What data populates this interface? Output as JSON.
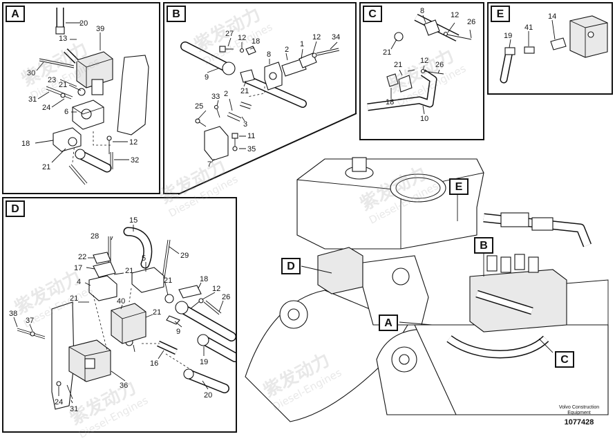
{
  "panels": {
    "A": {
      "label": "A",
      "callouts": [
        "20",
        "13",
        "39",
        "30",
        "23",
        "21",
        "31",
        "24",
        "6",
        "12",
        "18",
        "21",
        "32"
      ]
    },
    "B": {
      "label": "B",
      "callouts": [
        "27",
        "12",
        "18",
        "34",
        "12",
        "1",
        "2",
        "8",
        "9",
        "21",
        "33",
        "2",
        "25",
        "3",
        "11",
        "35",
        "7"
      ]
    },
    "C": {
      "label": "C",
      "callouts": [
        "8",
        "12",
        "26",
        "21",
        "21",
        "12",
        "26",
        "18",
        "10"
      ]
    },
    "D": {
      "label": "D",
      "callouts": [
        "15",
        "28",
        "22",
        "17",
        "21",
        "5",
        "29",
        "4",
        "21",
        "18",
        "12",
        "26",
        "40",
        "21",
        "38",
        "37",
        "21",
        "9",
        "16",
        "19",
        "36",
        "20",
        "24",
        "31"
      ]
    },
    "E": {
      "label": "E",
      "callouts": [
        "14",
        "19",
        "41"
      ]
    }
  },
  "overview_tags": {
    "A": "A",
    "B": "B",
    "C": "C",
    "D": "D",
    "E": "E"
  },
  "watermark": {
    "text": "紫发动力",
    "sub": "Diesel-Engines"
  },
  "footer": {
    "line1": "Volvo Construction",
    "line2": "Equipment",
    "drawing_id": "1077428"
  }
}
